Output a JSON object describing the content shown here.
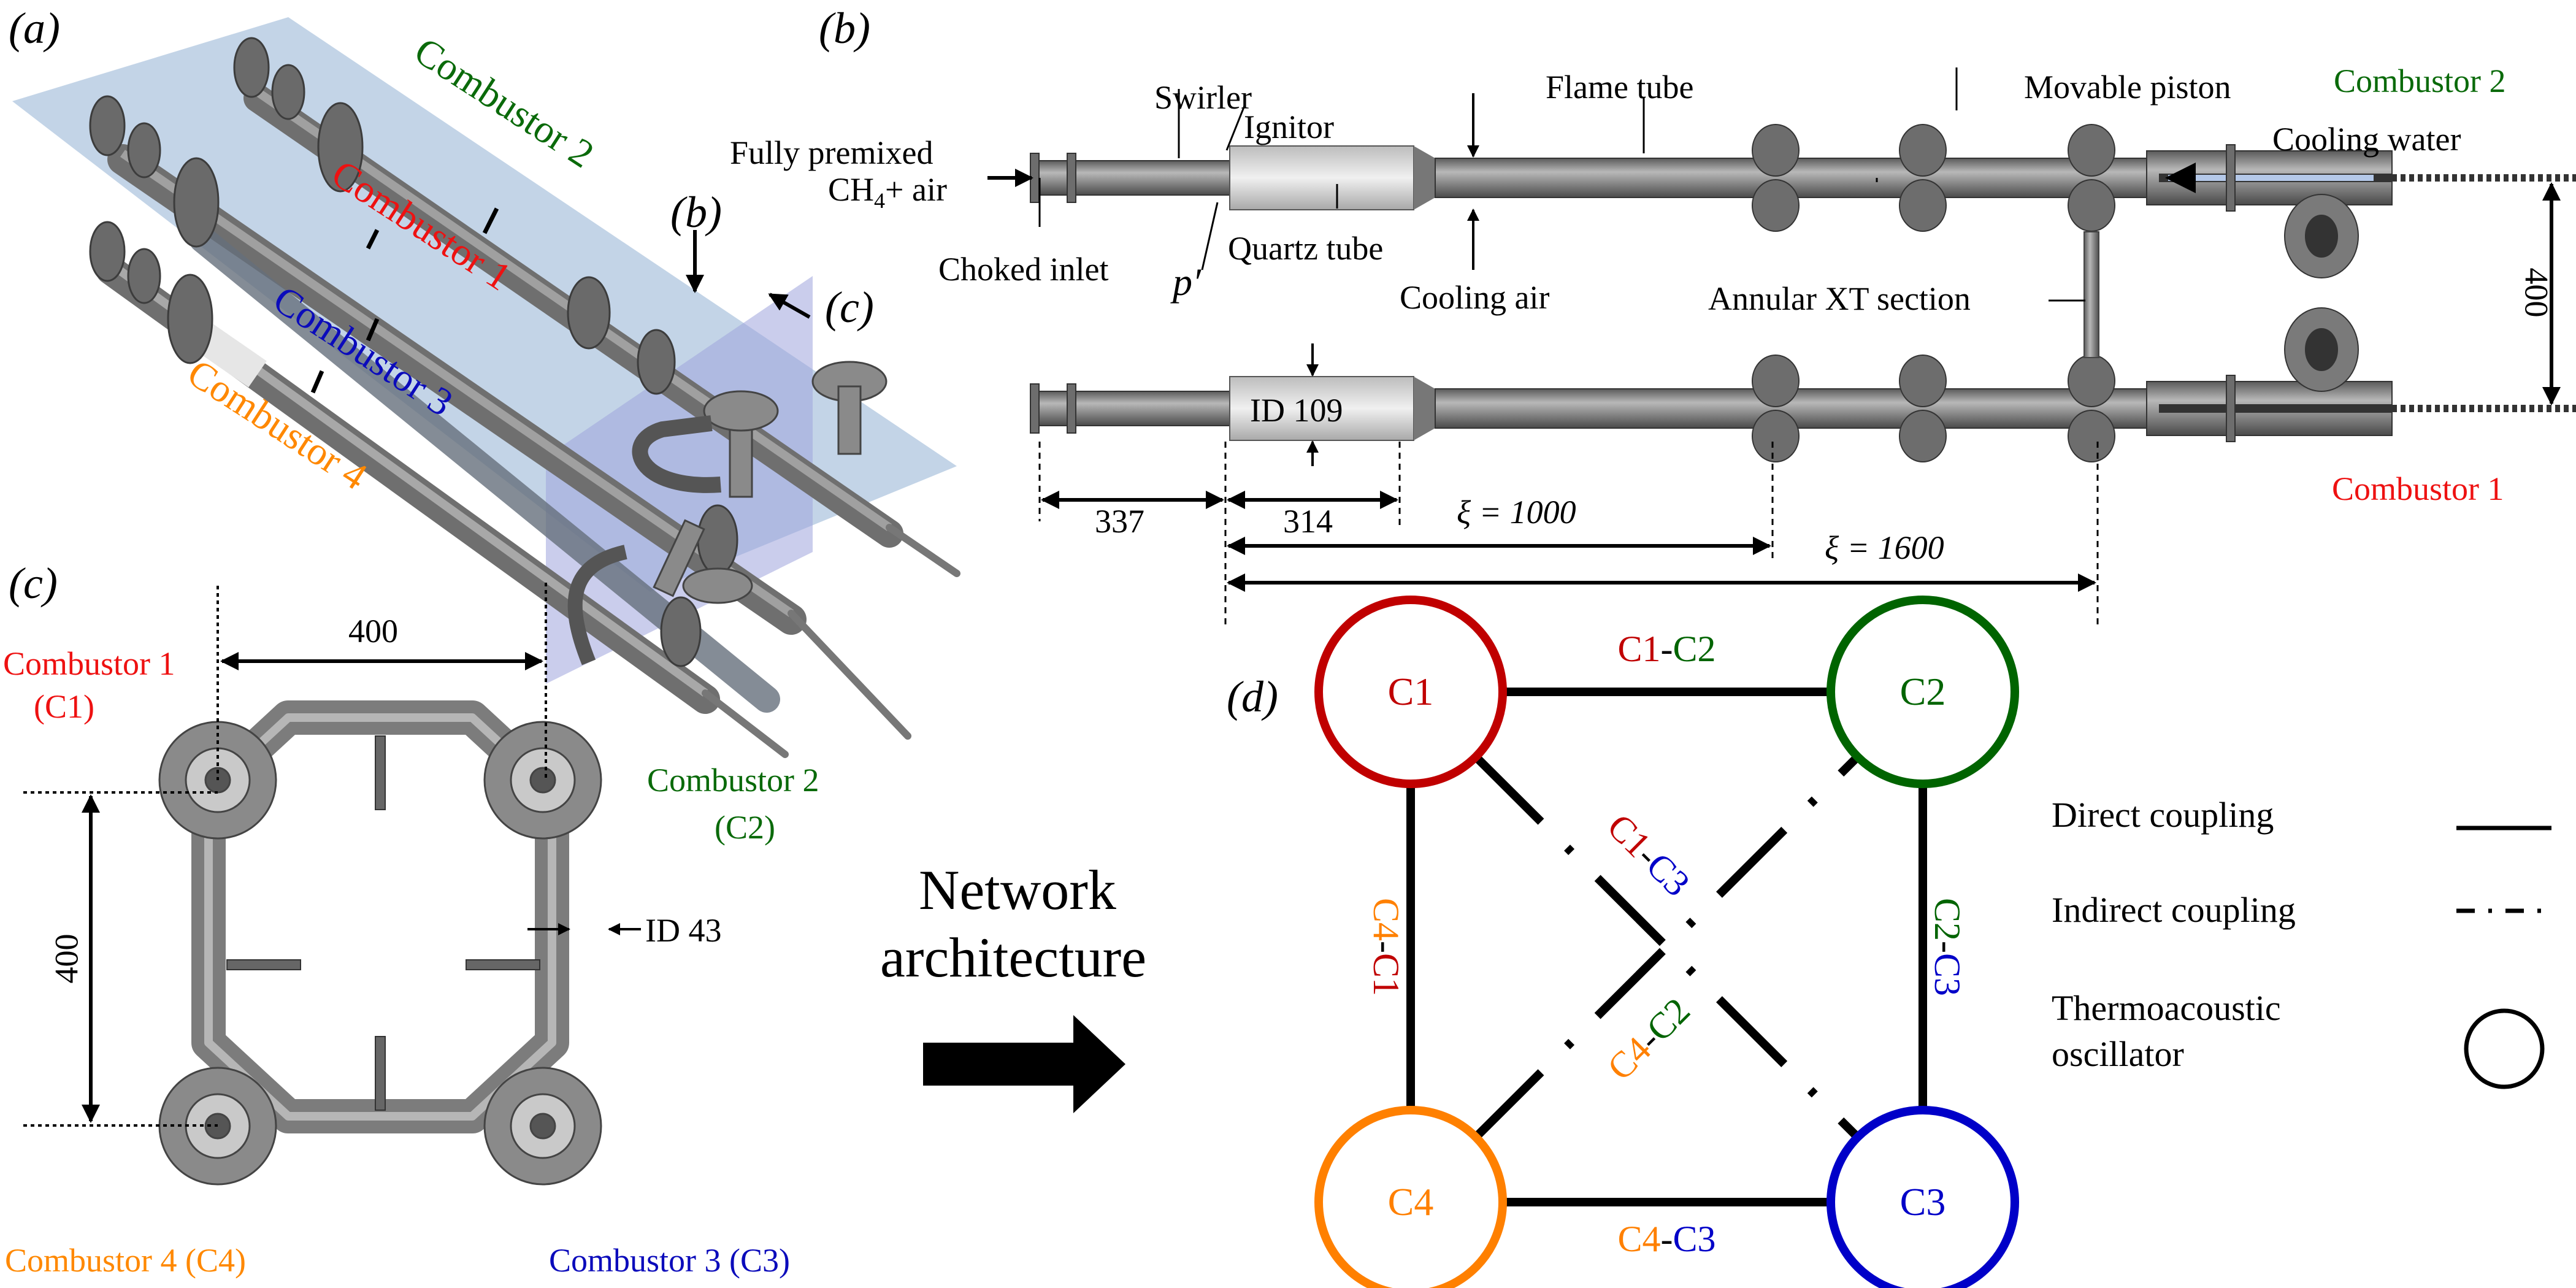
{
  "panel_labels": {
    "a": "(a)",
    "b": "(b)",
    "c": "(c)",
    "d": "(d)",
    "a_ref_b": "(b)",
    "a_ref_c": "(c)"
  },
  "colors": {
    "combustor1": "#ee1111",
    "combustor2": "#0a6a0a",
    "combustor3": "#0b0bbb",
    "combustor4": "#ff8800",
    "plane_b": "#b9cde3",
    "plane_c": "#a8aee0",
    "metal": "#8a8a8a"
  },
  "panel_a": {
    "combustors": [
      {
        "id": "C2",
        "label": "Combustor 2"
      },
      {
        "id": "C1",
        "label": "Combustor 1"
      },
      {
        "id": "C3",
        "label": "Combustor 3"
      },
      {
        "id": "C4",
        "label": "Combustor 4"
      }
    ]
  },
  "panel_b": {
    "inlet_label_line1": "Fully premixed",
    "inlet_label_ch": "CH",
    "inlet_label_sub": "4",
    "inlet_label_rest": "+ air",
    "swirler": "Swirler",
    "ignitor": "Ignitor",
    "choked_inlet": "Choked inlet",
    "pressure_symbol": "p′",
    "quartz_tube": "Quartz tube",
    "flame_tube": "Flame tube",
    "cooling_air": "Cooling air",
    "annular_xt": "Annular XT section",
    "movable_piston": "Movable piston",
    "cooling_water": "Cooling water",
    "combustor_top": "Combustor 2",
    "combustor_bottom": "Combustor 1",
    "id_label": "ID 109",
    "spacing": "400",
    "dim_337": "337",
    "dim_314": "314",
    "xi_1000": "ξ = 1000",
    "xi_1600": "ξ = 1600"
  },
  "panel_c": {
    "top_dim": "400",
    "side_dim": "400",
    "id_label": "ID 43",
    "c1_line1": "Combustor 1",
    "c1_line2": "(C1)",
    "c2_line1": "Combustor 2",
    "c2_line2": "(C2)",
    "c3": "Combustor 3 (C3)",
    "c4": "Combustor 4 (C4)"
  },
  "transition": {
    "line1": "Network",
    "line2": "architecture"
  },
  "panel_d": {
    "nodes": [
      {
        "id": "C1",
        "label": "C1",
        "color": "#c00000"
      },
      {
        "id": "C2",
        "label": "C2",
        "color": "#006400"
      },
      {
        "id": "C3",
        "label": "C3",
        "color": "#0000c8"
      },
      {
        "id": "C4",
        "label": "C4",
        "color": "#ff8000"
      }
    ],
    "edges": [
      {
        "from": "C1",
        "to": "C2",
        "type": "direct",
        "label_a": "C1",
        "sep": "-",
        "label_b": "C2"
      },
      {
        "from": "C2",
        "to": "C3",
        "type": "direct",
        "label_a": "C2",
        "sep": "-",
        "label_b": "C3"
      },
      {
        "from": "C4",
        "to": "C3",
        "type": "direct",
        "label_a": "C4",
        "sep": "-",
        "label_b": "C3"
      },
      {
        "from": "C4",
        "to": "C1",
        "type": "direct",
        "label_a": "C4",
        "sep": "-",
        "label_b": "C1"
      },
      {
        "from": "C1",
        "to": "C3",
        "type": "indirect",
        "label_a": "C1",
        "sep": "-",
        "label_b": "C3"
      },
      {
        "from": "C4",
        "to": "C2",
        "type": "indirect",
        "label_a": "C4",
        "sep": "-",
        "label_b": "C2"
      }
    ],
    "legend": {
      "direct": "Direct coupling",
      "indirect": "Indirect coupling",
      "oscillator_line1": "Thermoacoustic",
      "oscillator_line2": "oscillator"
    }
  }
}
